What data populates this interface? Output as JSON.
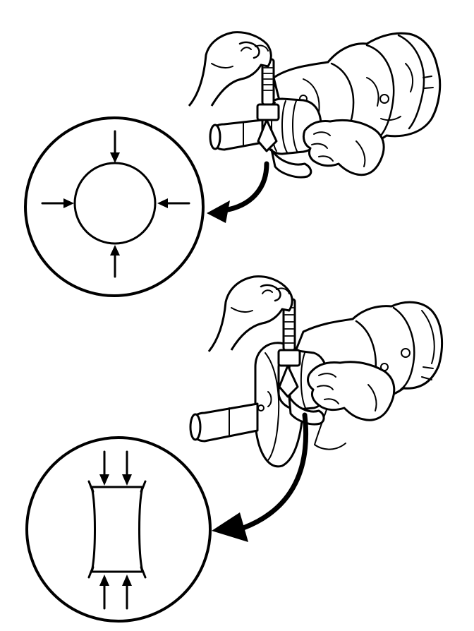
{
  "figure": {
    "colors": {
      "ink": "#000000",
      "paper": "#ffffff"
    },
    "panels": [
      {
        "id": "upper",
        "detail_view": "round-section",
        "arrow_count": 4
      },
      {
        "id": "lower",
        "detail_view": "longitudinal-profile",
        "arrow_count": 4
      }
    ],
    "icons": [
      "hand-icon",
      "micrometer-icon",
      "crankshaft-icon",
      "callout-arrow-icon",
      "measurement-arrow-icon"
    ]
  }
}
